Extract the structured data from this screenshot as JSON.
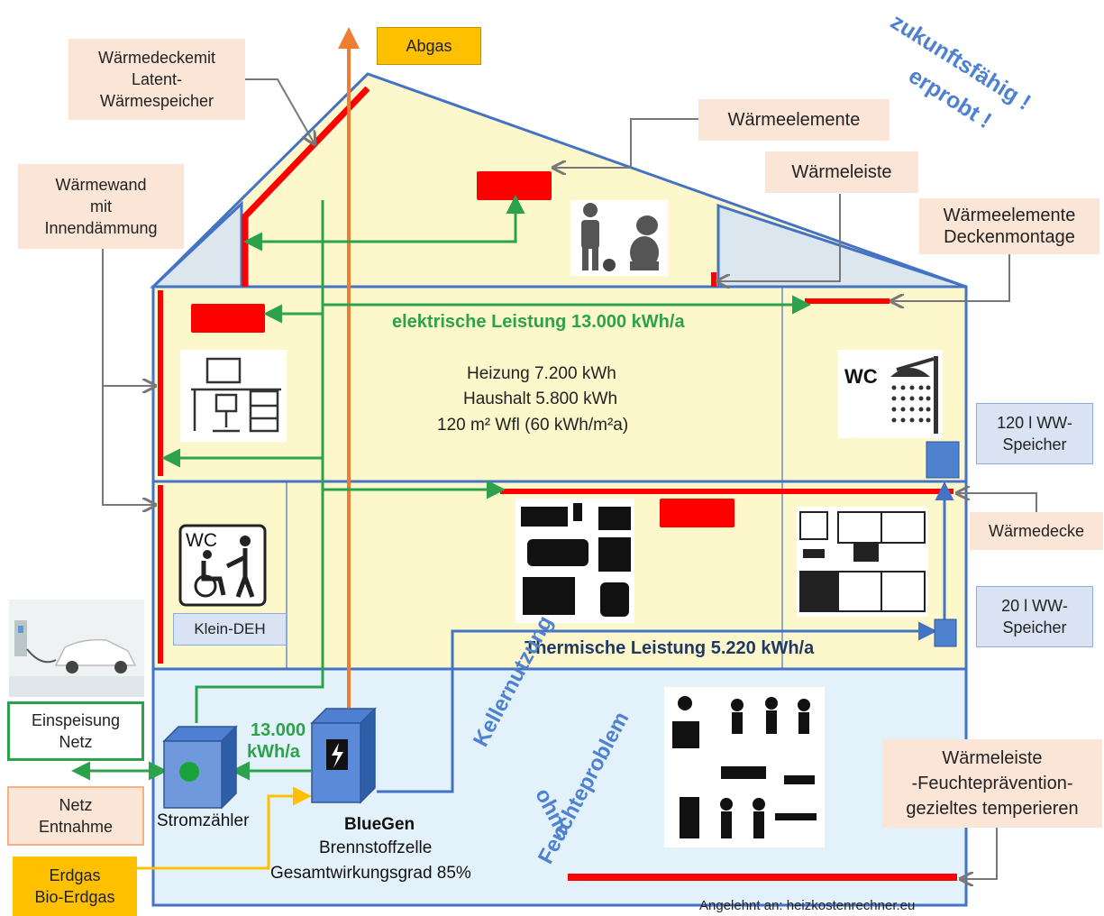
{
  "labels": {
    "abgas": "Abgas",
    "waermedecke_latent": "Wärmedeckemit\nLatent-\nWärmespeicher",
    "waermewand": "Wärmewand\nmit\nInnendämmung",
    "waermeelemente": "Wärmeelemente",
    "waermeleiste": "Wärmeleiste",
    "waermeelemente_decke": "Wärmeelemente\nDeckenmontage",
    "speicher_120": "120 l WW-\nSpeicher",
    "waermedecke": "Wärmedecke",
    "speicher_20": "20 l WW-\nSpeicher",
    "waermeleiste_feuchte": "Wärmeleiste\n-Feuchteprävention-\ngezieltes temperieren",
    "einspeisung": "Einspeisung\nNetz",
    "netz_entnahme": "Netz\nEntnahme",
    "erdgas": "Erdgas\nBio-Erdgas",
    "klein_deh": "Klein-DEH",
    "stromzaehler": "Stromzähler",
    "bluegen": "BlueGen",
    "brennstoffzelle": "Brennstoffzelle",
    "wirkungsgrad": "Gesamtwirkungsgrad  85%",
    "kwh_13000_a": "13.000",
    "kwh_13000_b": "kWh/a",
    "elektrische_leistung": "elektrische  Leistung 13.000 kWh/a",
    "thermische_leistung": "Thermische Leistung 5.220 kWh/a",
    "heizung": "Heizung 7.200 kWh",
    "haushalt": "Haushalt 5.800 kWh",
    "wohnflaeche": "120 m² Wfl (60 kWh/m²a)",
    "zukunft_1": "zukunftsfähig !",
    "zukunft_2": "erprobt !",
    "keller_1": "Kellernutzung",
    "keller_2": "ohne",
    "keller_3": "Feuchteproblem",
    "wc": "WC",
    "wc_bath": "WC",
    "source": "Angelehnt an: heizkostenrechner.eu"
  },
  "icons": [
    "person-dog-icon",
    "office-desk-icon",
    "shower-icon",
    "accessible-wc-icon",
    "furniture-icon",
    "kitchen-icon",
    "party-people-icon",
    "electric-car-icon",
    "lightning-icon"
  ],
  "colors": {
    "wall_blue": "#4472c4",
    "floor_yellow": "#fdf8cc",
    "cellar_blue": "#e3f2fa",
    "heater_red": "#ff0000",
    "electric_green": "#2ca24c",
    "thermal_blue": "#4472c4",
    "exhaust_orange": "#ed7d31",
    "gas_yellow": "#ffc000",
    "peach": "#fbe5d6"
  }
}
